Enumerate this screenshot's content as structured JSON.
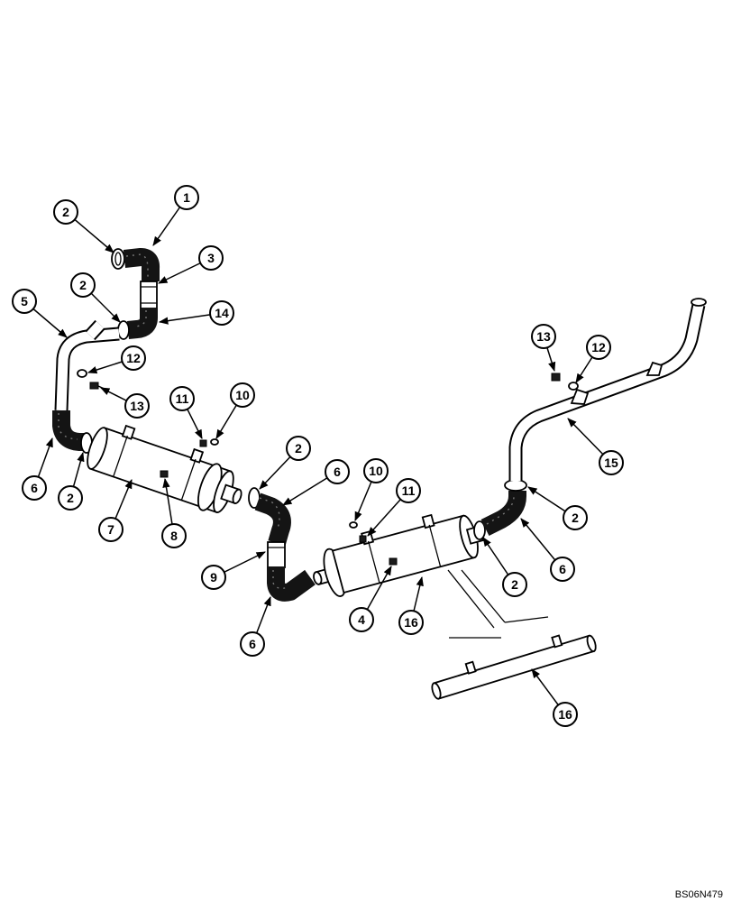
{
  "diagram": {
    "callouts": [
      "1",
      "2",
      "3",
      "2",
      "5",
      "14",
      "12",
      "13",
      "11",
      "10",
      "6",
      "2",
      "7",
      "8",
      "2",
      "6",
      "9",
      "6",
      "13",
      "12",
      "15",
      "10",
      "11",
      "2",
      "6",
      "2",
      "4",
      "16",
      "16"
    ],
    "drawing_number": "BS06N479"
  }
}
